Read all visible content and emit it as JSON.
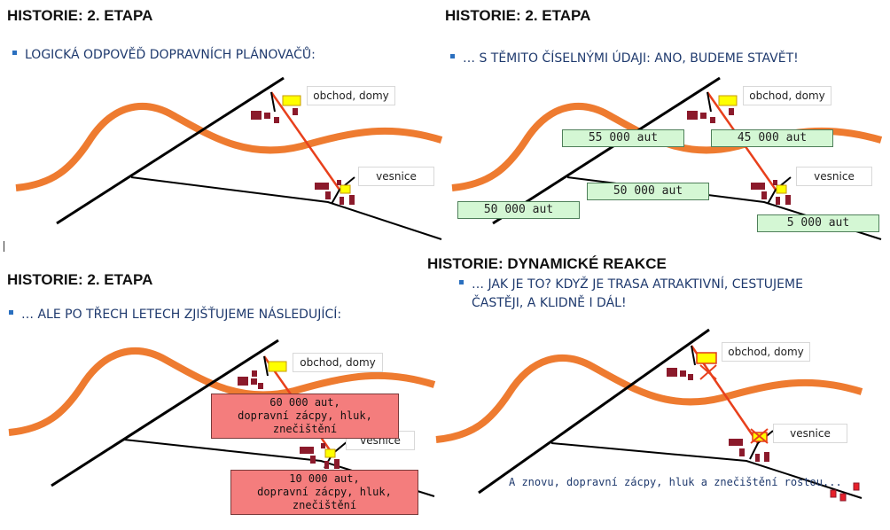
{
  "panel1": {
    "title": "HISTORIE: 2. ETAPA",
    "bullet": "LOGICKÁ ODPOVĚĎ DOPRAVNÍCH PLÁNOVAČŮ:",
    "label_shop": "obchod, domy",
    "label_village": "vesnice"
  },
  "panel2": {
    "title": "HISTORIE: 2. ETAPA",
    "bullet": "… S TĚMITO ČÍSELNÝMI ÚDAJI: ANO, BUDEME STAVĚT!",
    "label_shop": "obchod, domy",
    "label_village": "vesnice",
    "counts": {
      "top_left": "55 000 aut",
      "top_right": "45 000 aut",
      "middle": "50 000 aut",
      "bottom_left": "50 000 aut",
      "bottom_right": "5 000 aut"
    }
  },
  "panel3": {
    "title": "HISTORIE: 2. ETAPA",
    "bullet": "… ALE PO TŘECH LETECH ZJIŠŤUJEME NÁSLEDUJÍCÍ:",
    "label_shop": "obchod, domy",
    "label_village": "vesnice",
    "box_top_line1": "60 000 aut,",
    "box_top_line2": "dopravní zácpy, hluk, znečištění",
    "box_bottom_line1": "10 000 aut,",
    "box_bottom_line2": "dopravní zácpy, hluk, znečištění"
  },
  "panel4": {
    "title": "HISTORIE: DYNAMICKÉ REAKCE",
    "bullet_line1": "… JAK JE TO? KDYŽ JE TRASA ATRAKTIVNÍ, CESTUJEME",
    "bullet_line2": "ČASTĚJI, A KLIDNĚ I DÁL!",
    "label_shop": "obchod, domy",
    "label_village": "vesnice",
    "caption": "A znovu, dopravní zácpy, hluk a znečištění rostou..."
  },
  "colors": {
    "river": "#ee7b30",
    "new_road": "#e8401c",
    "road": "#000000",
    "house": "#8b1a2b",
    "shop": "#ffff00",
    "green_box": "#d4f7d4",
    "red_box": "#f47d7d",
    "bullet_text": "#1f3a6e",
    "bullet_square": "#2a6fbf"
  }
}
